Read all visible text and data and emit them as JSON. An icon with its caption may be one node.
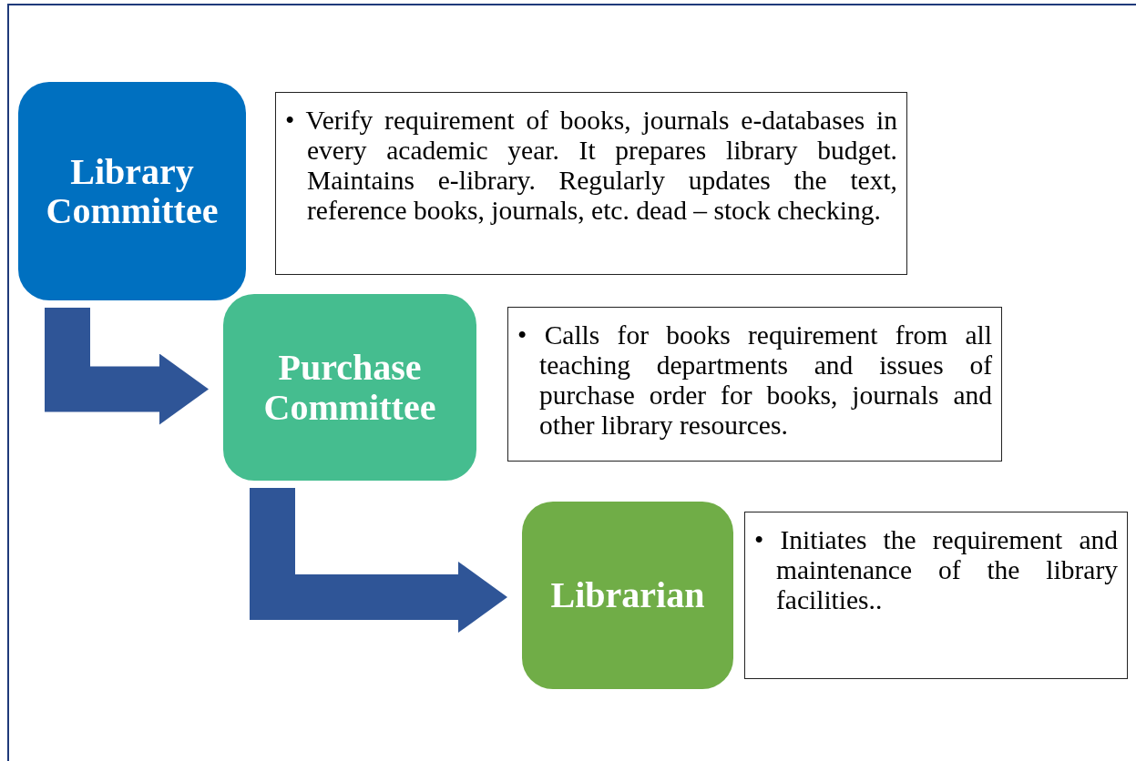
{
  "diagram": {
    "nodes": [
      {
        "text": [
          "Library Committee"
        ]
      },
      {
        "text": [
          "• Verify requirement of books, journals e-databases in every academic year. It prepares library budget. Maintains e-library. Regularly updates the text, reference books, journals, etc. dead – stock checking."
        ]
      },
      {
        "text": [
          "Purchase Committee"
        ]
      },
      {
        "text": [
          "• Calls for books requirement from all teaching departments and issues of purchase order for books, journals and other library resources."
        ]
      },
      {
        "text": [
          "Librarian"
        ]
      },
      {
        "text": [
          "• Initiates the requirement and maintenance of the library facilities.."
        ]
      }
    ],
    "edges": [
      {
        "from": 0,
        "to": 2,
        "arrow": "to",
        "color": "#2f5597"
      },
      {
        "from": 2,
        "to": 4,
        "arrow": "to",
        "color": "#2f5597"
      }
    ]
  }
}
